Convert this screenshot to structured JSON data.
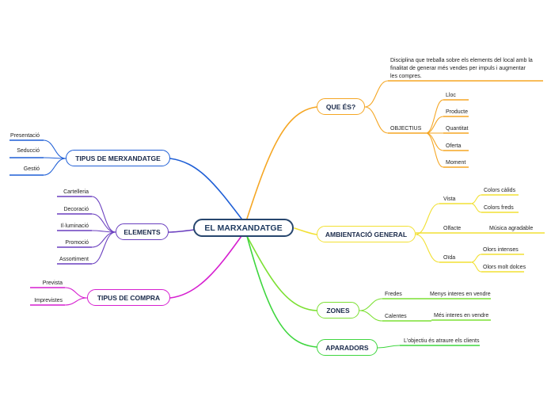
{
  "central": {
    "label": "EL MARXANDATGE"
  },
  "colors": {
    "merx": "#1f5fd6",
    "elements": "#6a3fbf",
    "compra": "#d61fd0",
    "que": "#f5a623",
    "ambient": "#f2e033",
    "zones": "#7ce033",
    "aparadors": "#3fd63f"
  },
  "branches": {
    "merx": {
      "label": "TIPUS DE MERXANDATGE",
      "children": [
        "Presentació",
        "Seducció",
        "Gestió"
      ]
    },
    "elements": {
      "label": "ELEMENTS",
      "children": [
        "Cartelleria",
        "Decoració",
        "Il·luminació",
        "Promoció",
        "Assortiment"
      ]
    },
    "compra": {
      "label": "TIPUS DE COMPRA",
      "children": [
        "Prevista",
        "Imprevistes"
      ]
    },
    "que": {
      "label": "QUE ÉS?",
      "description": "Disciplina que treballa sobre els elements del local amb la finalitat de generar més vendes per impuls i augmentar les compres.",
      "objectius_label": "OBJECTIUS",
      "objectius": [
        "Lloc",
        "Producte",
        "Quantitat",
        "Oferta",
        "Moment"
      ]
    },
    "ambient": {
      "label": "AMBIENTACIÓ GENERAL",
      "vista": {
        "label": "Vista",
        "children": [
          "Colors càlids",
          "Colors freds"
        ]
      },
      "olfacte": {
        "label": "Olfacte",
        "children": [
          "Música agradable"
        ]
      },
      "oida": {
        "label": "Oïda",
        "children": [
          "Olors intenses",
          "Olors molt dolces"
        ]
      }
    },
    "zones": {
      "label": "ZONES",
      "fredes": {
        "label": "Fredes",
        "child": "Menys interes en vendre"
      },
      "calentes": {
        "label": "Calentes",
        "child": "Més interes en vendre"
      }
    },
    "aparadors": {
      "label": "APARADORS",
      "child": "L'objectiu és atraure els clients"
    }
  }
}
